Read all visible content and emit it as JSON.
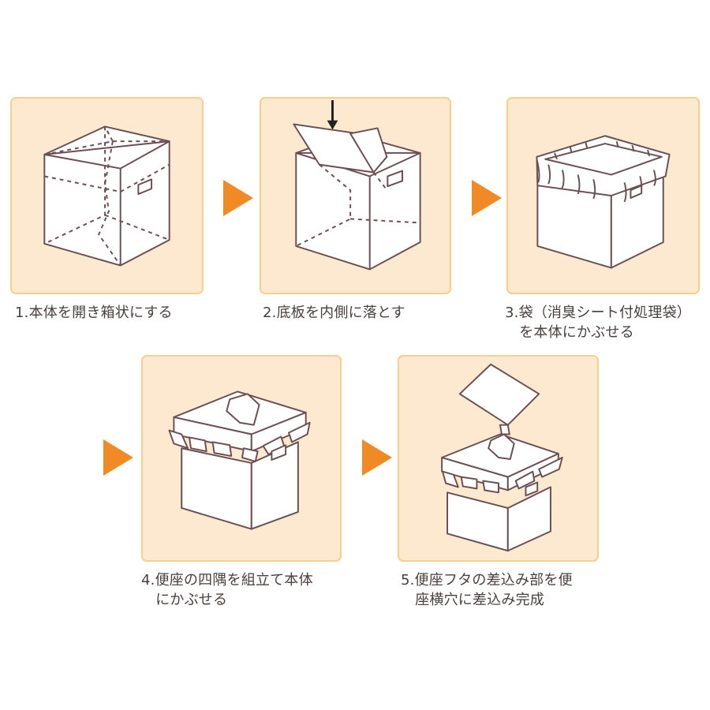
{
  "steps": [
    {
      "id": "step1",
      "caption_lines": [
        "1.本体を開き箱状にする"
      ]
    },
    {
      "id": "step2",
      "caption_lines": [
        "2.底板を内側に落とす"
      ]
    },
    {
      "id": "step3",
      "caption_lines": [
        "3.袋（消臭シート付処理袋）",
        "　を本体にかぶせる"
      ]
    },
    {
      "id": "step4",
      "caption_lines": [
        "4.便座の四隅を組立て本体",
        "　にかぶせる"
      ]
    },
    {
      "id": "step5",
      "caption_lines": [
        "5.便座フタの差込み部を便",
        "　座横穴に差込み完成"
      ]
    }
  ],
  "colors": {
    "panel_fill": "#fde9cf",
    "panel_border": "#f7cf8c",
    "arrow": "#f08a24",
    "line": "#6b4f52"
  }
}
